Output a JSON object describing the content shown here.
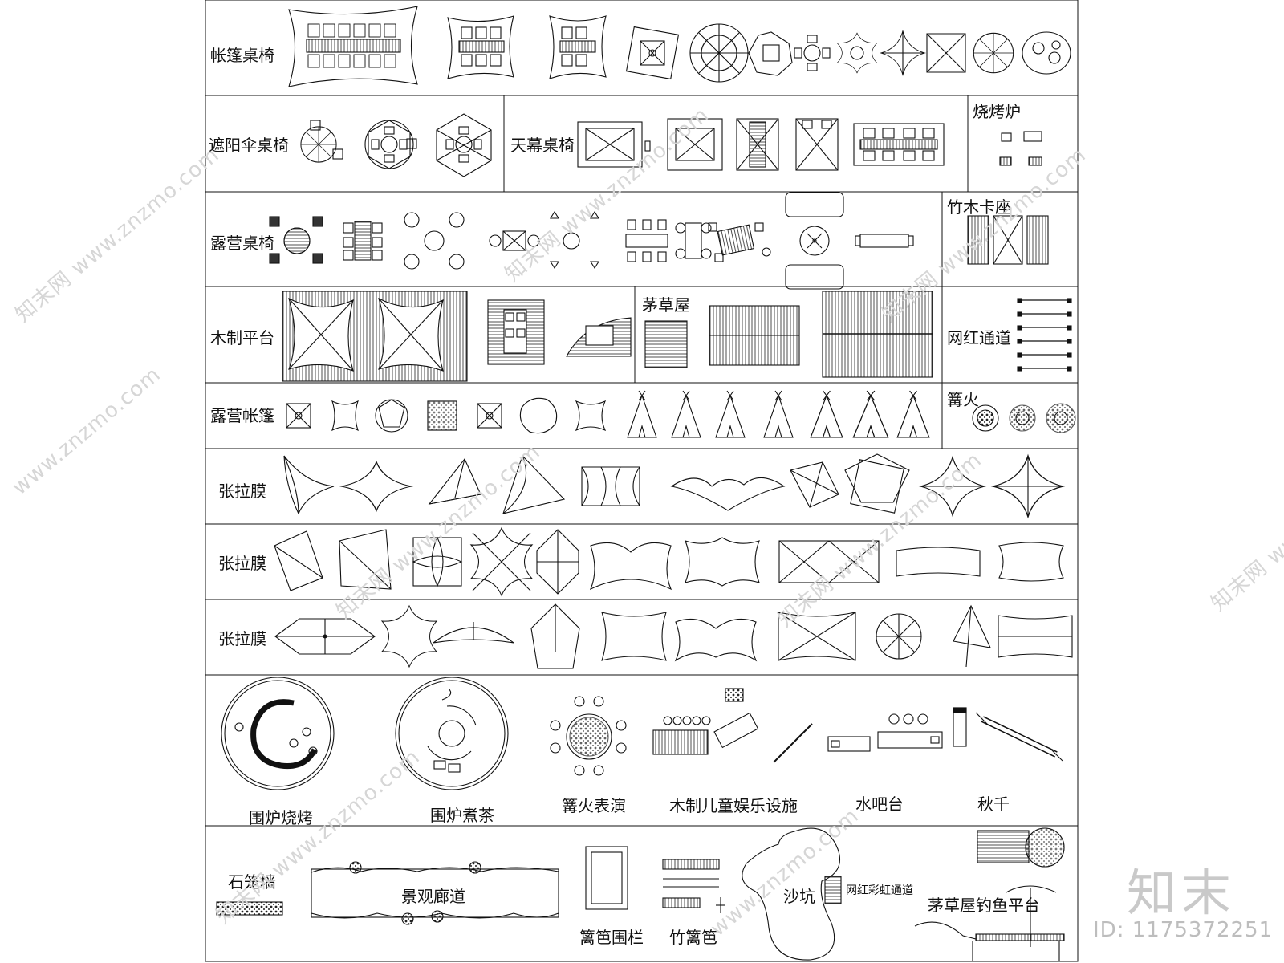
{
  "rows": {
    "tent_table": "帐篷桌椅",
    "umbrella_table": "遮阳伞桌椅",
    "canopy_table": "天幕桌椅",
    "bbq_stove": "烧烤炉",
    "camp_table": "露营桌椅",
    "bamboo_booth": "竹木卡座",
    "wood_platform": "木制平台",
    "thatched_hut": "茅草屋",
    "influencer_path": "网红通道",
    "camp_tent": "露营帐篷",
    "bonfire": "篝火",
    "tension_membrane_1": "张拉膜",
    "tension_membrane_2": "张拉膜",
    "tension_membrane_3": "张拉膜"
  },
  "facilities": {
    "stove_bbq": "围炉烧烤",
    "stove_tea": "围炉煮茶",
    "bonfire_show": "篝火表演",
    "kids_play": "木制儿童娱乐设施",
    "water_bar": "水吧台",
    "swing": "秋千"
  },
  "landscape": {
    "gabion_wall": "石笼墙",
    "landscape_corridor": "景观廊道",
    "fence": "篱笆围栏",
    "bamboo_fence": "竹篱笆",
    "sandpit": "沙坑",
    "rainbow_path": "网红彩虹通道",
    "fishing_platform": "茅草屋钓鱼平台"
  },
  "watermark": {
    "site": "www.znzmo.com",
    "brand": "知末网",
    "logo": "知末",
    "id": "ID: 1175372251"
  },
  "colors": {
    "line": "#111111",
    "watermark": "#d6d6d6"
  }
}
